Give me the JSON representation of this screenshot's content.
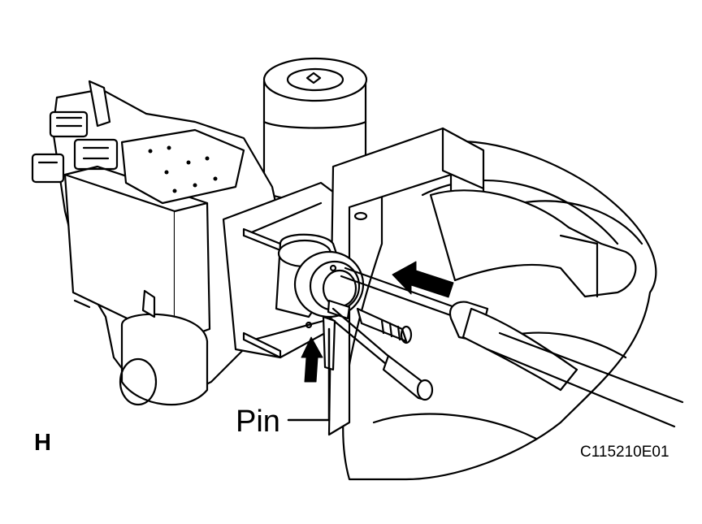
{
  "labels": {
    "pin": "Pin",
    "view_letter": "H",
    "figure_code": "C115210E01"
  },
  "colors": {
    "line": "#000000",
    "fill": "#ffffff"
  }
}
